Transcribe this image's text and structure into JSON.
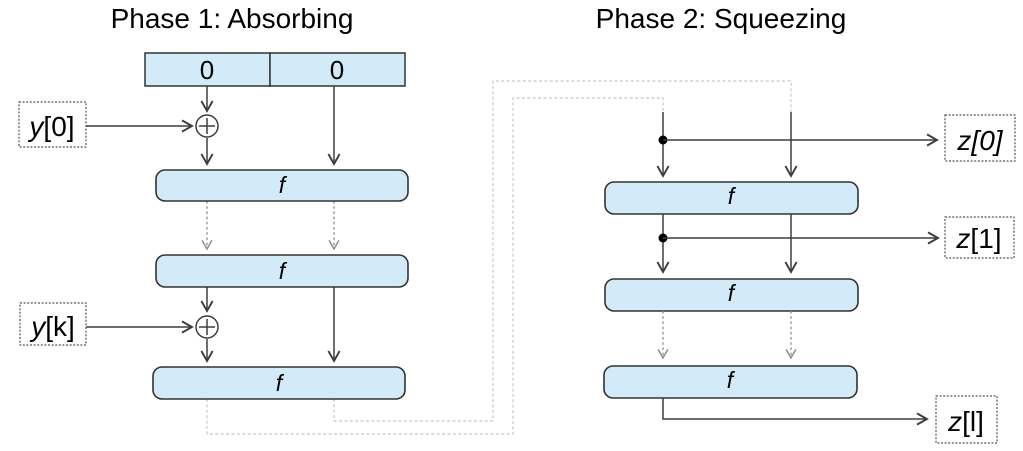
{
  "titles": {
    "phase1": "Phase 1: Absorbing",
    "phase2": "Phase 2: Squeezing"
  },
  "state_register": {
    "cells": [
      "0",
      "0"
    ]
  },
  "absorbing": {
    "inputs": [
      {
        "var": "y",
        "index": "[0]"
      },
      {
        "var": "y",
        "index": "[k]"
      }
    ],
    "rounds": [
      {
        "label": "f"
      },
      {
        "label": "f"
      },
      {
        "label": "f"
      }
    ],
    "xor_symbol": "⊕"
  },
  "squeezing": {
    "rounds": [
      {
        "label": "f"
      },
      {
        "label": "f"
      },
      {
        "label": "f"
      }
    ],
    "outputs": [
      {
        "var": "z",
        "index": "[0]"
      },
      {
        "var": "z",
        "index": "[1]"
      },
      {
        "var": "z",
        "index": "[l]"
      }
    ]
  },
  "colors": {
    "box_fill": "#d3eaf8",
    "box_border": "#333333",
    "arrow": "#3d3d3d",
    "dashed_arrow": "#8f8f8f",
    "connector_wire": "#c7c7c7",
    "io_border": "#555555",
    "text": "#000000",
    "background": "#ffffff"
  }
}
